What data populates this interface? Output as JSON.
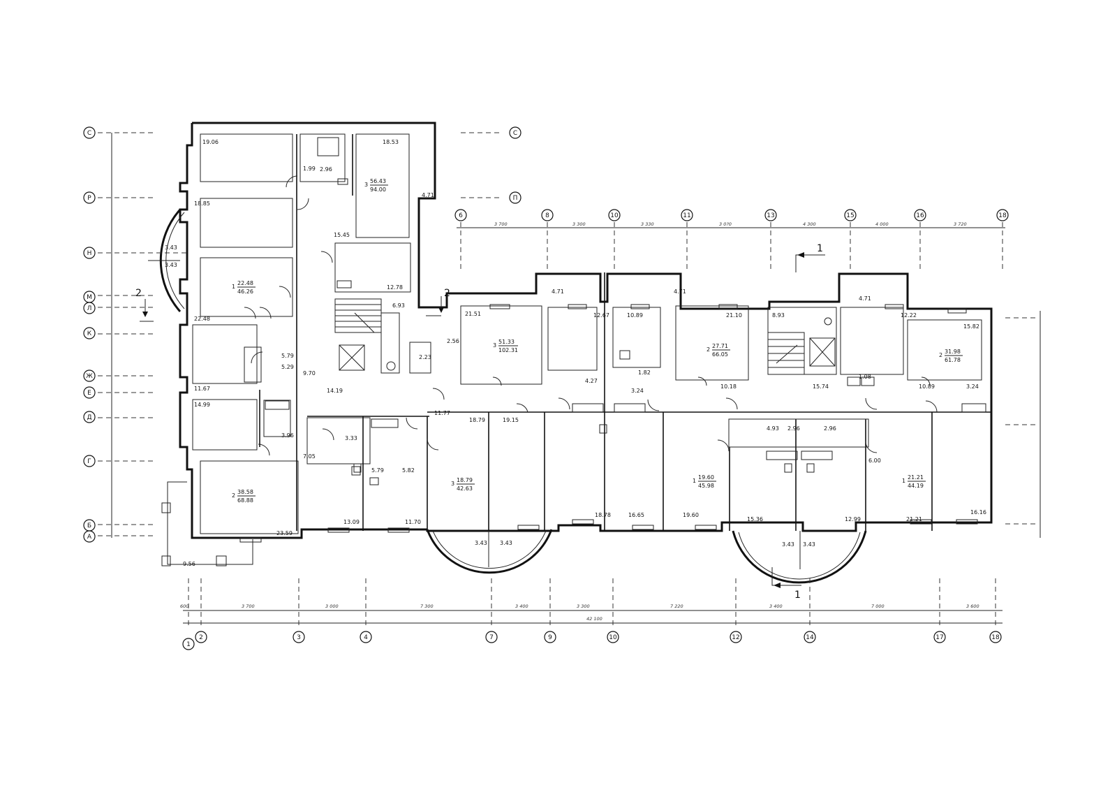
{
  "plan": {
    "section_marks": [
      "1",
      "1",
      "2",
      "2"
    ],
    "axes_top": [
      "6",
      "8",
      "10",
      "11",
      "13",
      "15",
      "16",
      "18"
    ],
    "axes_bottom": [
      "1",
      "2",
      "3",
      "4",
      "7",
      "9",
      "10",
      "12",
      "14",
      "17",
      "18"
    ],
    "axes_left": [
      "С",
      "Р",
      "Н",
      "М",
      "Л",
      "К",
      "Ж",
      "Е",
      "Д",
      "Г",
      "Б",
      "А"
    ],
    "axes_right": [
      "С",
      "П"
    ],
    "bottom_overall_dim": "42 100",
    "apartments": [
      {
        "rooms": "3",
        "living": "56.43",
        "total": "94.00"
      },
      {
        "rooms": "1",
        "living": "22.48",
        "total": "46.26"
      },
      {
        "rooms": "2",
        "living": "38.58",
        "total": "68.88"
      },
      {
        "rooms": "3",
        "living": "18.79",
        "total": "42.63"
      },
      {
        "rooms": "3",
        "living": "51.33",
        "total": "102.31"
      },
      {
        "rooms": "2",
        "living": "27.71",
        "total": "66.05"
      },
      {
        "rooms": "1",
        "living": "19.60",
        "total": "45.98"
      },
      {
        "rooms": "2",
        "living": "31.98",
        "total": "61.78"
      },
      {
        "rooms": "1",
        "living": "21.21",
        "total": "44.19"
      }
    ],
    "room_areas": [
      "19.06",
      "18.53",
      "1.99",
      "2.96",
      "4.71",
      "18.85",
      "3.43",
      "3.43",
      "15.45",
      "12.78",
      "22.48",
      "6.93",
      "11.67",
      "5.79",
      "5.29",
      "14.99",
      "3.96",
      "9.70",
      "14.19",
      "7.05",
      "3.33",
      "5.79",
      "5.82",
      "2.56",
      "2.23",
      "11.77",
      "23.59",
      "9.56",
      "13.09",
      "11.70",
      "18.79",
      "19.15",
      "3.43",
      "3.43",
      "21.51",
      "4.71",
      "12.67",
      "10.89",
      "4.71",
      "21.10",
      "8.93",
      "4.27",
      "1.82",
      "3.24",
      "18.78",
      "16.65",
      "19.60",
      "10.18",
      "15.74",
      "4.71",
      "12.22",
      "15.82",
      "1.08",
      "10.89",
      "3.24",
      "4.93",
      "2.96",
      "2.96",
      "6.00",
      "15.36",
      "3.43",
      "3.43",
      "12.99",
      "21.21",
      "16.16"
    ],
    "dims_top": [
      "3 700",
      "3 300",
      "3 330",
      "3 0?0",
      "4 300",
      "4 000",
      "3 720"
    ],
    "dims_bottom": [
      "600",
      "3 700",
      "3 000",
      "7 300",
      "3 400",
      "3 300",
      "7 220",
      "3 400",
      "7 000",
      "3 600"
    ]
  }
}
